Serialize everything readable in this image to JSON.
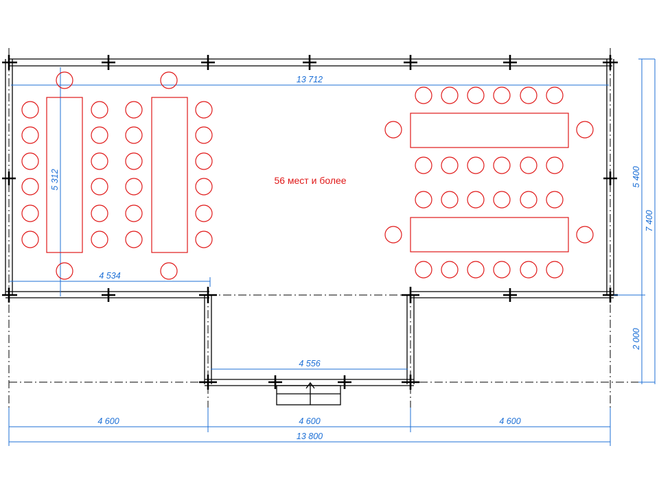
{
  "caption": "56 мест и более",
  "dimensions": {
    "inner_width": "13 712",
    "inner_depth": "5 312",
    "partition": "4 534",
    "porch_width": "4 556",
    "room_depth": "5 400",
    "total_depth": "7 400",
    "porch_depth": "2 000",
    "bay_left": "4 600",
    "bay_mid": "4 600",
    "bay_right": "4 600",
    "total_width": "13 800"
  },
  "colors": {
    "walls": "#000000",
    "dimensions": "#1c6fd6",
    "furniture": "#e01818"
  }
}
